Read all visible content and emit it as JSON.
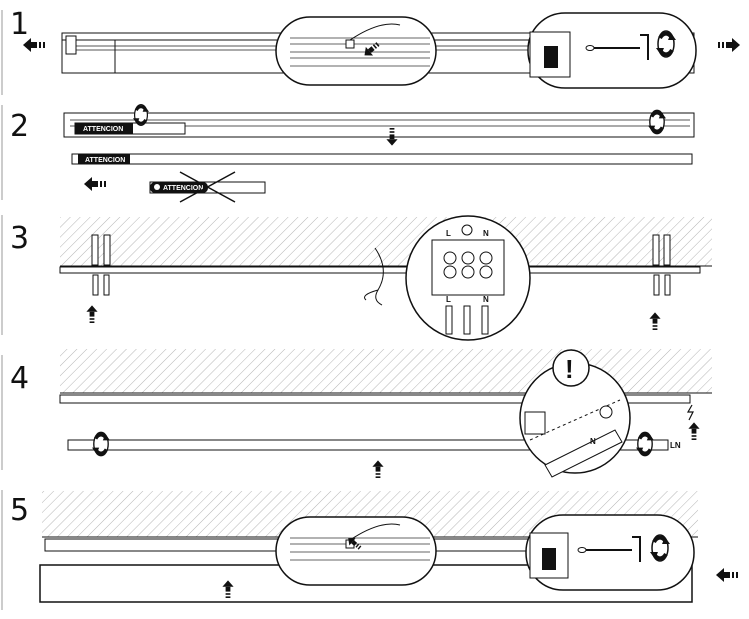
{
  "steps": [
    {
      "number": "1"
    },
    {
      "number": "2",
      "labels": [
        "ATTENCION",
        "ATTENCION",
        "ATTENCION"
      ]
    },
    {
      "number": "3",
      "terminals_top": [
        "L",
        "N"
      ],
      "terminals_bottom": [
        "L",
        "N"
      ]
    },
    {
      "number": "4",
      "warning": "!",
      "tube_label": "LN",
      "connector_label": "N"
    },
    {
      "number": "5"
    }
  ],
  "icons": {
    "arrow": "block-arrow-icon",
    "rotate": "rotate-icon",
    "screwdriver": "screwdriver-icon",
    "hex_key": "hex-key-icon",
    "ground": "ground-symbol-icon",
    "lightning": "lightning-icon",
    "warning": "warning-icon"
  },
  "colors": {
    "line": "#111111",
    "hatch": "#b5b5b5",
    "fill": "#ffffff"
  }
}
